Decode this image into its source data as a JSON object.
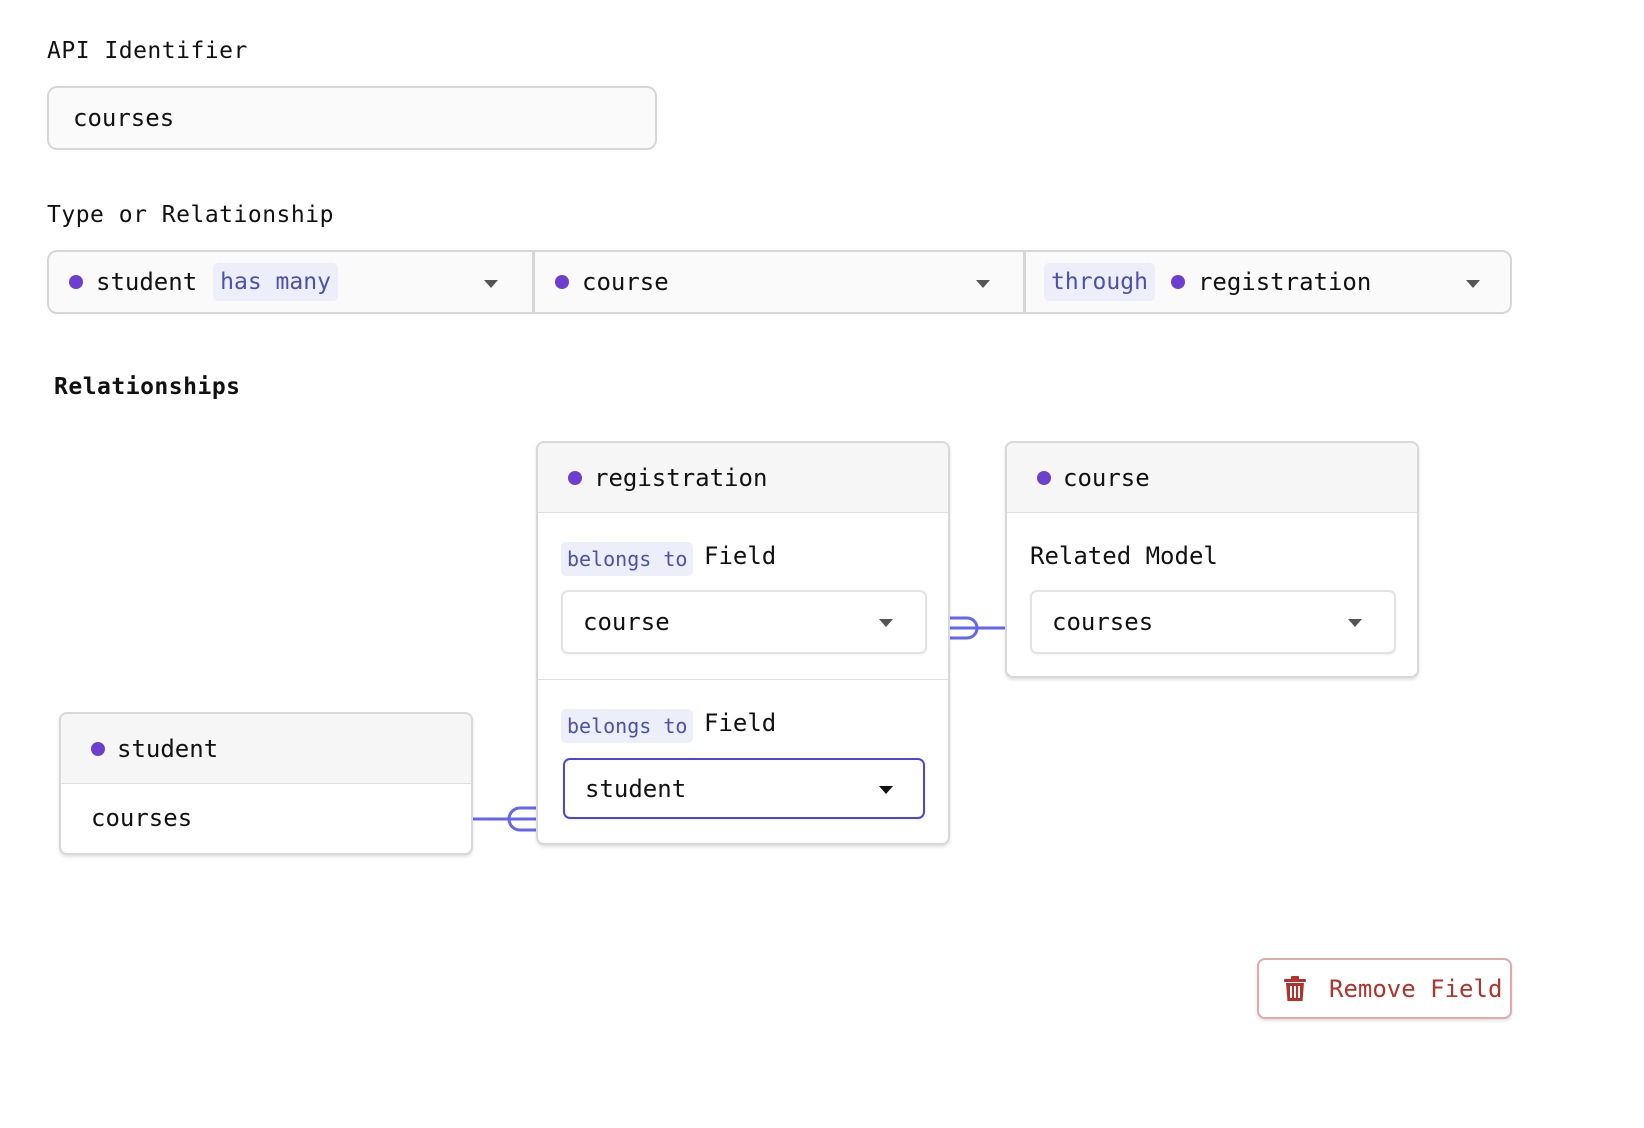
{
  "api_identifier": {
    "label": "API Identifier",
    "value": "courses"
  },
  "type_or_relationship": {
    "label": "Type or Relationship",
    "source_model": "student",
    "relation": "has many",
    "target_model": "course",
    "through_label": "through",
    "through_model": "registration"
  },
  "relationships": {
    "heading": "Relationships",
    "registration_card": {
      "title": "registration",
      "fields": [
        {
          "tag": "belongs to",
          "label": "Field",
          "value": "course"
        },
        {
          "tag": "belongs to",
          "label": "Field",
          "value": "student"
        }
      ]
    },
    "course_card": {
      "title": "course",
      "label": "Related Model",
      "value": "courses"
    },
    "student_card": {
      "title": "student",
      "field": "courses"
    },
    "connector_color": "#6366f1"
  },
  "actions": {
    "remove_label": "Remove Field",
    "remove_icon": "trash-icon"
  },
  "colors": {
    "model_dot": "#6c3fd1",
    "tag_bg": "#eceef9",
    "tag_text": "#4d50a8",
    "danger": "#b3322b",
    "focus_border": "#4b46e0"
  }
}
